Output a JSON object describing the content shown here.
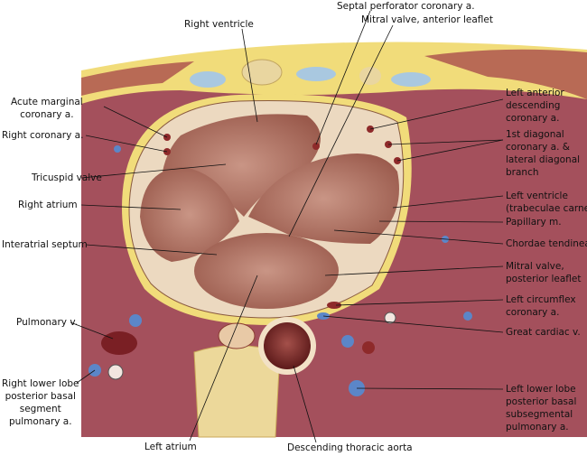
{
  "labels": {
    "right_ventricle": "Right ventricle",
    "septal_perforator": "Septal perforator coronary a.",
    "mitral_anterior": "Mitral valve, anterior leaflet",
    "acute_marginal": [
      "Acute marginal",
      "coronary a."
    ],
    "right_coronary": "Right coronary a.",
    "tricuspid": "Tricuspid valve",
    "right_atrium": "Right atrium",
    "interatrial": "Interatrial septum",
    "pulmonary_v": "Pulmonary v.",
    "right_lower_lobe": [
      "Right lower lobe",
      "posterior basal",
      "segment",
      "pulmonary a."
    ],
    "left_atrium": "Left atrium",
    "desc_aorta": "Descending thoracic aorta",
    "lad": [
      "Left anterior",
      "descending",
      "coronary a."
    ],
    "diagonal": [
      "1st diagonal",
      "coronary a. &",
      "lateral diagonal",
      "branch"
    ],
    "left_ventricle": [
      "Left ventricle",
      "(trabeculae carneae)"
    ],
    "papillary": "Papillary m.",
    "chordae": "Chordae tendineae",
    "mitral_posterior": [
      "Mitral valve,",
      "posterior leaflet"
    ],
    "circumflex": [
      "Left circumflex",
      "coronary a."
    ],
    "great_cardiac": "Great cardiac v.",
    "left_lower_lobe": [
      "Left lower lobe",
      "posterior basal",
      "subsegmental",
      "pulmonary a."
    ]
  },
  "colors": {
    "tissue": "#a4505c",
    "fat": "#f1dc7a",
    "pericardium": "#ecd9c0",
    "chamber": "#b57866",
    "vein": "#5b86c8",
    "artery": "#8e2a2a"
  }
}
